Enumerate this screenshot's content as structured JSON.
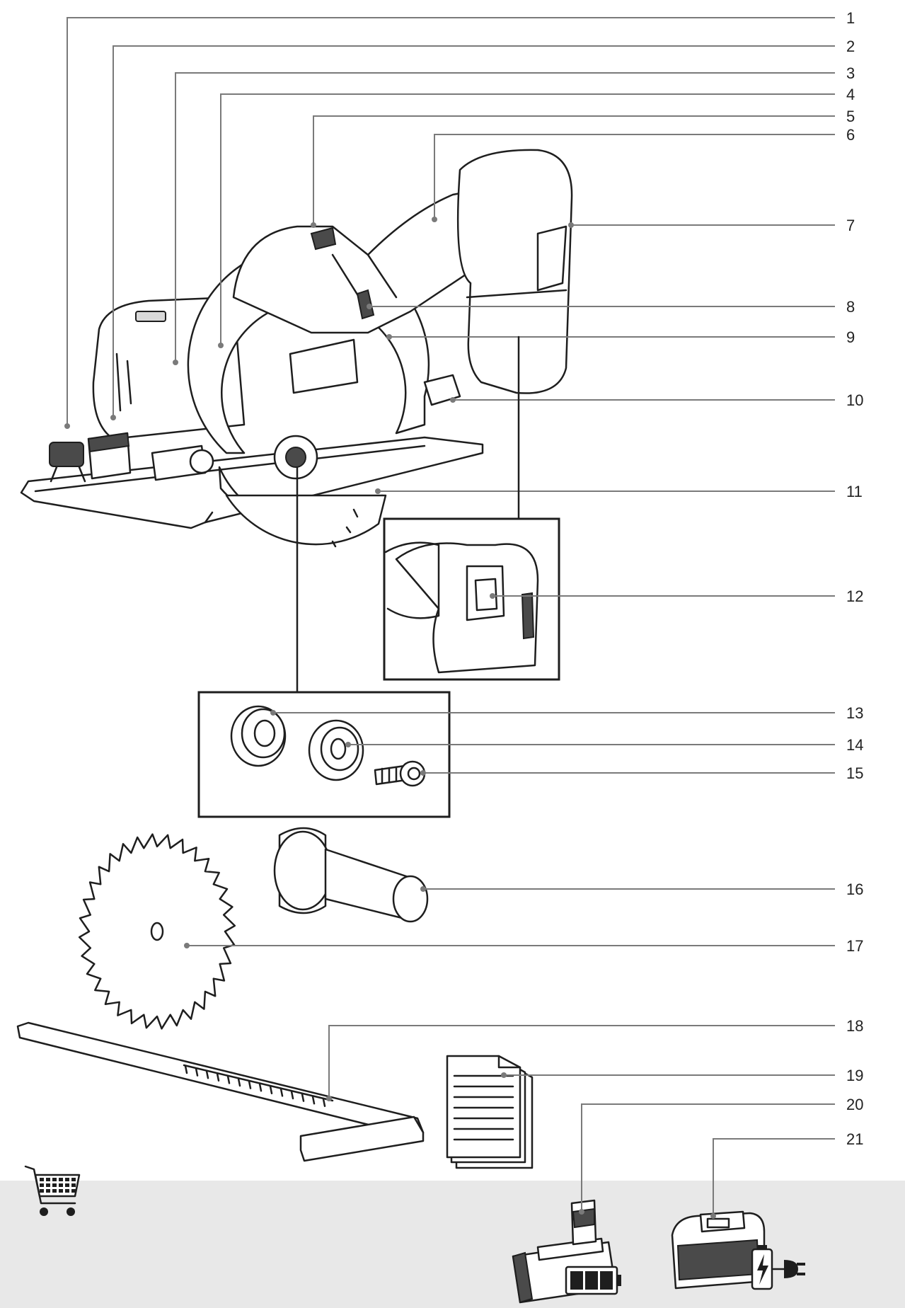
{
  "callouts": [
    "1",
    "2",
    "3",
    "4",
    "5",
    "6",
    "7",
    "8",
    "9",
    "10",
    "11",
    "12",
    "13",
    "14",
    "15",
    "16",
    "17",
    "18",
    "19",
    "20",
    "21"
  ],
  "icons": {
    "cart": "shopping-cart-icon",
    "battery_level": "battery-full-icon",
    "charging": "battery-charging-icon",
    "plug": "power-plug-icon"
  },
  "colors": {
    "footer_band": "#e8e8e8",
    "leader_line": "#7a7a7a",
    "ink": "#1e1e1e"
  }
}
